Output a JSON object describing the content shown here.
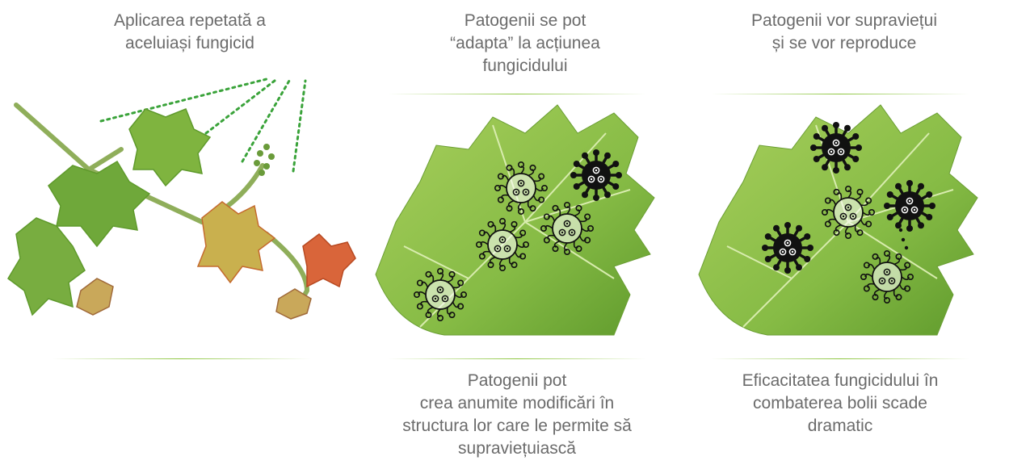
{
  "steps": [
    {
      "top": "Aplicarea repetată a\naceluiași fungicid",
      "bottom": ""
    },
    {
      "top": "Patogenii se pot\n“adapta” la acțiunea\nfungicidului",
      "bottom": "Patogenii pot\ncrea anumite modificări în\nstructura lor care le permite să\nsupraviețuiască"
    },
    {
      "top": "Patogenii vor supraviețui\nși se vor reproduce",
      "bottom": "Eficacitatea fungicidului în\ncombaterea bolii scade\ndramatic"
    }
  ],
  "colors": {
    "accent": "#8dc63f",
    "leaf": "#8cc04a",
    "leaf_dark": "#5f9a2c",
    "shoot_red": "#d9653a",
    "pathogen": "#111111"
  },
  "icons": [
    "spray-lines-icon",
    "pathogen-outline-icon",
    "pathogen-filled-icon"
  ]
}
